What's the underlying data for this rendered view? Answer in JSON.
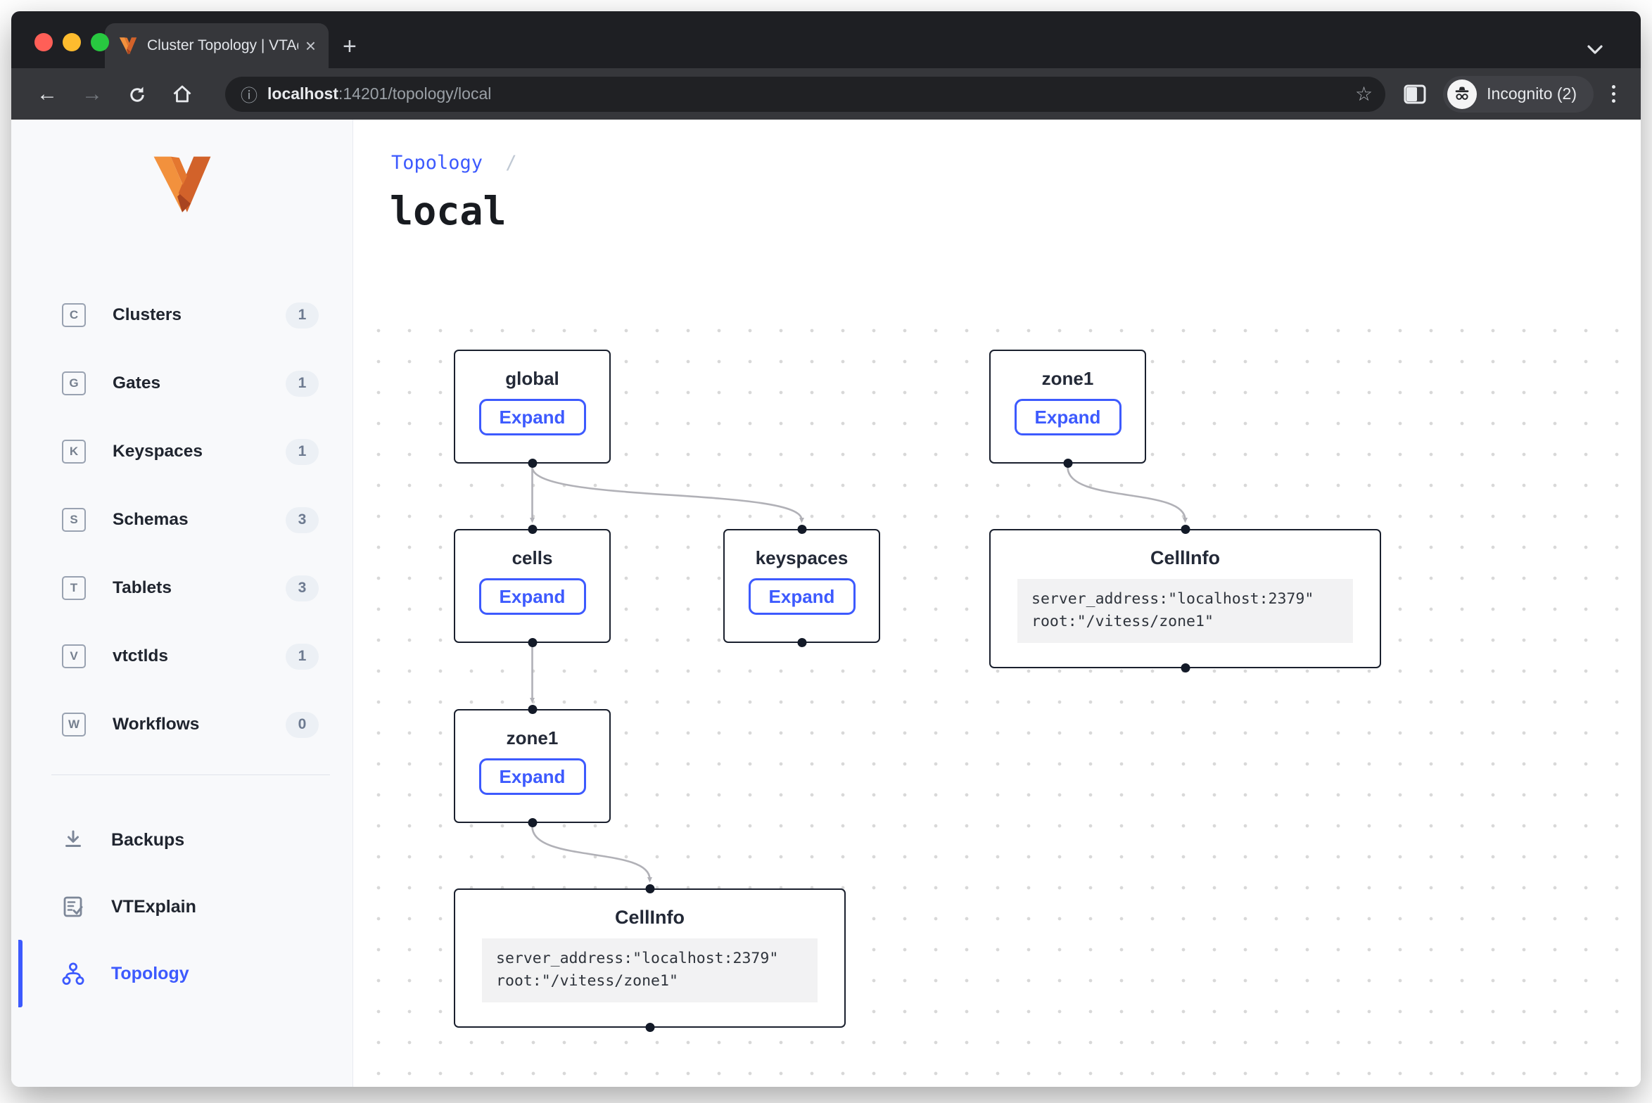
{
  "browser": {
    "tab_title": "Cluster Topology | VTAdmin",
    "close_tab_glyph": "×",
    "new_tab_glyph": "+",
    "url_host": "localhost",
    "url_path": ":14201/topology/local",
    "incognito_label": "Incognito (2)"
  },
  "sidebar": {
    "items": [
      {
        "letter": "C",
        "label": "Clusters",
        "count": "1"
      },
      {
        "letter": "G",
        "label": "Gates",
        "count": "1"
      },
      {
        "letter": "K",
        "label": "Keyspaces",
        "count": "1"
      },
      {
        "letter": "S",
        "label": "Schemas",
        "count": "3"
      },
      {
        "letter": "T",
        "label": "Tablets",
        "count": "3"
      },
      {
        "letter": "V",
        "label": "vtctlds",
        "count": "1"
      },
      {
        "letter": "W",
        "label": "Workflows",
        "count": "0"
      }
    ],
    "tools": [
      {
        "label": "Backups"
      },
      {
        "label": "VTExplain"
      },
      {
        "label": "Topology"
      }
    ]
  },
  "page": {
    "breadcrumb": "Topology",
    "breadcrumb_sep": "/",
    "title": "local"
  },
  "diagram": {
    "nodes": {
      "global": {
        "title": "global",
        "button": "Expand"
      },
      "zone1_top": {
        "title": "zone1",
        "button": "Expand"
      },
      "cells": {
        "title": "cells",
        "button": "Expand"
      },
      "keyspaces": {
        "title": "keyspaces",
        "button": "Expand"
      },
      "cellinfo_right": {
        "title": "CellInfo",
        "code_line1": "server_address:\"localhost:2379\"",
        "code_line2": "root:\"/vitess/zone1\""
      },
      "zone1_bottom": {
        "title": "zone1",
        "button": "Expand"
      },
      "cellinfo_bottom": {
        "title": "CellInfo",
        "code_line1": "server_address:\"localhost:2379\"",
        "code_line2": "root:\"/vitess/zone1\""
      }
    }
  },
  "colors": {
    "accent": "#3d5afe",
    "node_border": "#1a202e",
    "edge": "#b1b1b7",
    "incognito_chrome": "#36373b"
  }
}
